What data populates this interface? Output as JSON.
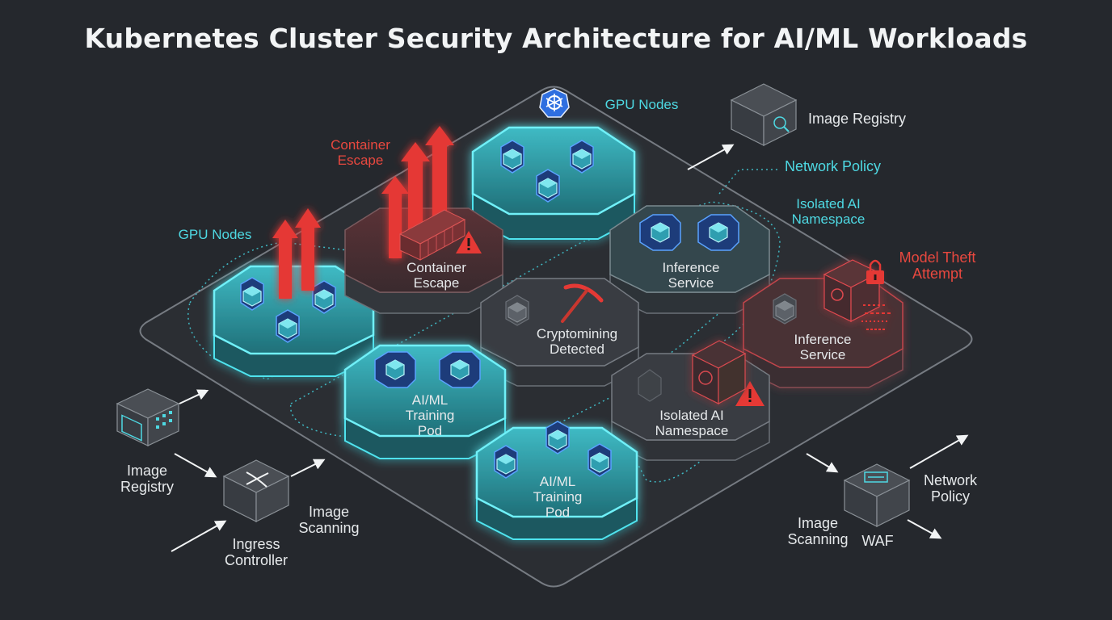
{
  "title": "Kubernetes Cluster Security Architecture for AI/ML Workloads",
  "labels": {
    "gpu_nodes_top": "GPU Nodes",
    "gpu_nodes_left": "GPU Nodes",
    "container_escape_alert": "Container Escape",
    "container_escape_node": "Container Escape",
    "image_registry_top": "Image Registry",
    "network_policy_top": "Network Policy",
    "isolated_ai_namespace_top": "Isolated AI Namespace",
    "model_theft_attempt": "Model Theft Attempt",
    "inference_service_upper": "Inference Service",
    "inference_service_right": "Inference Service",
    "cryptomining_detected": "Cryptomining Detected",
    "ai_ml_training_pod_left": "AI/ML Training Pod",
    "ai_ml_training_pod_bottom": "AI/ML Training Pod",
    "isolated_ai_namespace_node": "Isolated AI Namespace",
    "image_registry_left": "Image Registry",
    "image_scanning_left": "Image Scanning",
    "ingress_controller": "Ingress Controller",
    "network_policy_right": "Network Policy",
    "image_scanning_right": "Image Scanning",
    "waf": "WAF"
  },
  "colors": {
    "background": "#25282d",
    "accent_cyan": "#4ed9e3",
    "alert_red": "#e8483f",
    "text": "#e6e9eb",
    "node_dark": "#34383e",
    "platform_edge": "#6b7077"
  },
  "icons": [
    "kubernetes-icon",
    "warning-icon",
    "lock-icon",
    "pickaxe-icon",
    "cube-icon",
    "server-vault-icon",
    "shipping-container-icon",
    "image-icon",
    "shuffle-icon",
    "waf-icon",
    "scan-icon"
  ]
}
